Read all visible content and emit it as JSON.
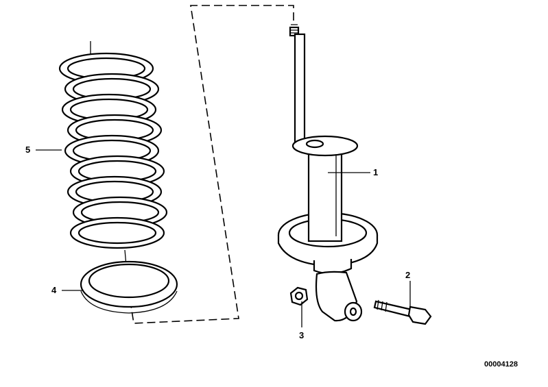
{
  "diagram": {
    "callouts": [
      {
        "number": "1",
        "part": "shock-absorber"
      },
      {
        "number": "2",
        "part": "bolt"
      },
      {
        "number": "3",
        "part": "nut"
      },
      {
        "number": "4",
        "part": "spring-seat"
      },
      {
        "number": "5",
        "part": "coil-spring"
      }
    ],
    "drawing_number": "00004128"
  }
}
